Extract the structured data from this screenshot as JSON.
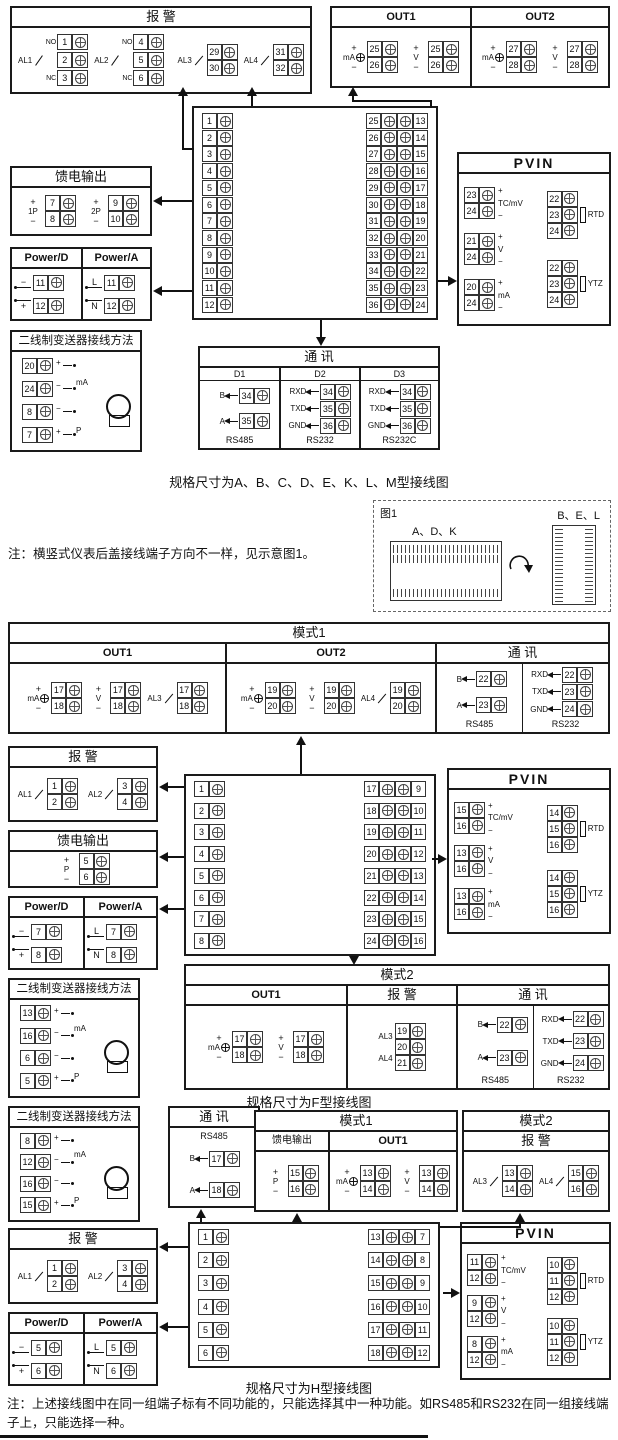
{
  "colors": {
    "ink": "#111111",
    "background": "#ffffff"
  },
  "captions": {
    "c1": "规格尺寸为A、B、C、D、E、K、L、M型接线图",
    "c2": "规格尺寸为F型接线图",
    "c3": "规格尺寸为H型接线图"
  },
  "notes": {
    "n1": "注：横竖式仪表后盖接线端子方向不一样，见示意图1。",
    "n2": "注：上述接线图中在同一组端子标有不同功能的，只能选择其中一种功能。如RS485和RS232在同一组接线端子上，只能选择一种。"
  },
  "fig1": {
    "label": "图1",
    "h": "A、D、K",
    "v": "B、E、L"
  },
  "s1": {
    "alarm": {
      "title": "报  警",
      "r3": [
        {
          "lab": "AL1",
          "no": "NO",
          "nc": "NC",
          "t1": "1",
          "t2": "2",
          "t3": "3"
        },
        {
          "lab": "AL2",
          "no": "NO",
          "nc": "NC",
          "t1": "4",
          "t2": "5",
          "t3": "6"
        }
      ],
      "r2": [
        {
          "kind": "rel",
          "lab": "AL3",
          "t1": "29",
          "t2": "30"
        },
        {
          "kind": "rel",
          "lab": "AL4",
          "t1": "31",
          "t2": "32"
        }
      ]
    },
    "out": {
      "t1": "OUT1",
      "t2": "OUT2",
      "g1": [
        {
          "kind": "src",
          "s1": "+",
          "lab": "mA",
          "s2": "−",
          "t1": "25",
          "t2": "26"
        },
        {
          "kind": "v",
          "s1": "+",
          "lab": "V",
          "s2": "−",
          "t1": "25",
          "t2": "26"
        }
      ],
      "g2": [
        {
          "kind": "src",
          "s1": "+",
          "lab": "mA",
          "s2": "−",
          "t1": "27",
          "t2": "28"
        },
        {
          "kind": "v",
          "s1": "+",
          "lab": "V",
          "s2": "−",
          "t1": "27",
          "t2": "28"
        }
      ]
    },
    "feed": {
      "title": "馈电输出",
      "groups": [
        {
          "kind": "p",
          "s1": "+",
          "lab": "1P",
          "s2": "−",
          "t1": "7",
          "t2": "8"
        },
        {
          "kind": "p",
          "s1": "+",
          "lab": "2P",
          "s2": "−",
          "t1": "9",
          "t2": "10"
        }
      ]
    },
    "power": {
      "dt": "Power/D",
      "at": "Power/A",
      "d": [
        {
          "s": "−",
          "t": "11"
        },
        {
          "s": "+",
          "pos": "b",
          "t": "12"
        }
      ],
      "a": [
        {
          "s": "L",
          "t": "11"
        },
        {
          "s": "N",
          "pos": "b",
          "t": "12"
        }
      ]
    },
    "tw": {
      "title": "二线制变送器接线方法",
      "lab1": "mA",
      "lab2": "P",
      "rows": [
        {
          "t": "20",
          "s": "+"
        },
        {
          "t": "24",
          "s": "−"
        },
        {
          "t": "8",
          "s": "−"
        },
        {
          "t": "7",
          "s": "+"
        }
      ]
    },
    "block": {
      "left": [
        "1",
        "2",
        "3",
        "4",
        "5",
        "6",
        "7",
        "8",
        "9",
        "10",
        "11",
        "12"
      ],
      "right": [
        {
          "l": "25",
          "r": "13"
        },
        {
          "l": "26",
          "r": "14"
        },
        {
          "l": "27",
          "r": "15"
        },
        {
          "l": "28",
          "r": "16"
        },
        {
          "l": "29",
          "r": "17"
        },
        {
          "l": "30",
          "r": "18"
        },
        {
          "l": "31",
          "r": "19"
        },
        {
          "l": "32",
          "r": "20"
        },
        {
          "l": "33",
          "r": "21"
        },
        {
          "l": "34",
          "r": "22"
        },
        {
          "l": "35",
          "r": "23"
        },
        {
          "l": "36",
          "r": "24"
        }
      ]
    },
    "pvin": {
      "title": "PVIN",
      "left": [
        {
          "t1": "23",
          "t2": "24",
          "s1": "+",
          "s2": "−",
          "lab": "TC/mV"
        },
        {
          "t1": "21",
          "t2": "24",
          "s1": "+",
          "s2": "−",
          "lab": "V"
        },
        {
          "t1": "20",
          "t2": "24",
          "s1": "+",
          "s2": "−",
          "lab": "mA"
        }
      ],
      "right": [
        {
          "t1": "22",
          "t2": "23",
          "t3": "24",
          "lab": "RTD"
        },
        {
          "t1": "22",
          "t2": "23",
          "t3": "24",
          "lab": "YTZ"
        }
      ]
    },
    "comm": {
      "title": "通  讯",
      "d1": {
        "h": "D1",
        "rows": [
          {
            "lab": "B",
            "t": "34"
          },
          {
            "lab": "A",
            "t": "35"
          }
        ],
        "foot": "RS485"
      },
      "d2": {
        "h": "D2",
        "rows": [
          {
            "lab": "RXD",
            "t": "34"
          },
          {
            "lab": "TXD",
            "t": "35"
          },
          {
            "lab": "GND",
            "t": "36"
          }
        ],
        "foot": "RS232"
      },
      "d3": {
        "h": "D3",
        "rows": [
          {
            "lab": "RXD",
            "t": "34"
          },
          {
            "lab": "TXD",
            "t": "35"
          },
          {
            "lab": "GND",
            "t": "36"
          }
        ],
        "foot": "RS232C"
      }
    }
  },
  "s2": {
    "mode1": {
      "title": "模式1",
      "out1": {
        "title": "OUT1",
        "groups": [
          {
            "kind": "src",
            "s1": "+",
            "lab": "mA",
            "s2": "−",
            "t1": "17",
            "t2": "18"
          },
          {
            "kind": "v",
            "s1": "+",
            "lab": "V",
            "s2": "−",
            "t1": "17",
            "t2": "18"
          },
          {
            "kind": "rel",
            "lab": "AL3",
            "t1": "17",
            "t2": "18"
          }
        ]
      },
      "out2": {
        "title": "OUT2",
        "groups": [
          {
            "kind": "src",
            "s1": "+",
            "lab": "mA",
            "s2": "−",
            "t1": "19",
            "t2": "20"
          },
          {
            "kind": "v",
            "s1": "+",
            "lab": "V",
            "s2": "−",
            "t1": "19",
            "t2": "20"
          },
          {
            "kind": "rel",
            "lab": "AL4",
            "t1": "19",
            "t2": "20"
          }
        ]
      },
      "comm": {
        "title": "通  讯",
        "rs485": {
          "rows": [
            {
              "lab": "B",
              "t": "22"
            },
            {
              "lab": "A",
              "t": "23"
            }
          ],
          "foot": "RS485"
        },
        "rs232": {
          "rows": [
            {
              "lab": "RXD",
              "t": "22"
            },
            {
              "lab": "TXD",
              "t": "23"
            },
            {
              "lab": "GND",
              "t": "24"
            }
          ],
          "foot": "RS232"
        }
      }
    },
    "alarm": {
      "title": "报  警",
      "groups": [
        {
          "kind": "rel",
          "lab": "AL1",
          "t1": "1",
          "t2": "2"
        },
        {
          "kind": "rel",
          "lab": "AL2",
          "t1": "3",
          "t2": "4"
        }
      ]
    },
    "feed": {
      "title": "馈电输出",
      "groups": [
        {
          "kind": "p",
          "s1": "+",
          "lab": "P",
          "s2": "−",
          "t1": "5",
          "t2": "6"
        }
      ]
    },
    "power": {
      "dt": "Power/D",
      "at": "Power/A",
      "d": [
        {
          "s": "−",
          "t": "7"
        },
        {
          "s": "+",
          "pos": "b",
          "t": "8"
        }
      ],
      "a": [
        {
          "s": "L",
          "t": "7"
        },
        {
          "s": "N",
          "pos": "b",
          "t": "8"
        }
      ]
    },
    "tw": {
      "title": "二线制变送器接线方法",
      "lab1": "mA",
      "lab2": "P",
      "rows": [
        {
          "t": "13",
          "s": "+"
        },
        {
          "t": "16",
          "s": "−"
        },
        {
          "t": "6",
          "s": "−"
        },
        {
          "t": "5",
          "s": "+"
        }
      ]
    },
    "block": {
      "left": [
        "1",
        "2",
        "3",
        "4",
        "5",
        "6",
        "7",
        "8"
      ],
      "right": [
        {
          "l": "17",
          "r": "9"
        },
        {
          "l": "18",
          "r": "10"
        },
        {
          "l": "19",
          "r": "11"
        },
        {
          "l": "20",
          "r": "12"
        },
        {
          "l": "21",
          "r": "13"
        },
        {
          "l": "22",
          "r": "14"
        },
        {
          "l": "23",
          "r": "15"
        },
        {
          "l": "24",
          "r": "16"
        }
      ]
    },
    "pvin": {
      "title": "PVIN",
      "left": [
        {
          "t1": "15",
          "t2": "16",
          "s1": "+",
          "s2": "−",
          "lab": "TC/mV"
        },
        {
          "t1": "13",
          "t2": "16",
          "s1": "+",
          "s2": "−",
          "lab": "V"
        },
        {
          "t1": "13",
          "t2": "16",
          "s1": "+",
          "s2": "−",
          "lab": "mA"
        }
      ],
      "right": [
        {
          "t1": "14",
          "t2": "15",
          "t3": "16",
          "lab": "RTD"
        },
        {
          "t1": "14",
          "t2": "15",
          "t3": "16",
          "lab": "YTZ"
        }
      ]
    },
    "mode2": {
      "title": "模式2",
      "out1": {
        "title": "OUT1",
        "groups": [
          {
            "kind": "src",
            "s1": "+",
            "lab": "mA",
            "s2": "−",
            "t1": "17",
            "t2": "18"
          },
          {
            "kind": "v",
            "s1": "+",
            "lab": "V",
            "s2": "−",
            "t1": "17",
            "t2": "18"
          }
        ]
      },
      "alarm": {
        "title": "报  警",
        "lab1": "AL3",
        "lab2": "AL4",
        "t1": "19",
        "t2": "20",
        "t3": "21"
      },
      "comm": {
        "title": "通  讯",
        "rs485": {
          "rows": [
            {
              "lab": "B",
              "t": "22"
            },
            {
              "lab": "A",
              "t": "23"
            }
          ],
          "foot": "RS485"
        },
        "rs232": {
          "rows": [
            {
              "lab": "RXD",
              "t": "22"
            },
            {
              "lab": "TXD",
              "t": "23"
            },
            {
              "lab": "GND",
              "t": "24"
            }
          ],
          "foot": "RS232"
        }
      }
    }
  },
  "s3": {
    "tw": {
      "title": "二线制变送器接线方法",
      "lab1": "mA",
      "lab2": "P",
      "rows": [
        {
          "t": "8",
          "s": "+"
        },
        {
          "t": "12",
          "s": "−"
        },
        {
          "t": "16",
          "s": "−"
        },
        {
          "t": "15",
          "s": "+"
        }
      ]
    },
    "comm": {
      "title": "通  讯",
      "sub": "RS485",
      "rows": [
        {
          "lab": "B",
          "t": "17"
        },
        {
          "lab": "A",
          "t": "18"
        }
      ]
    },
    "mode1": {
      "title": "模式1",
      "feed": {
        "title": "馈电输出",
        "groups": [
          {
            "kind": "p",
            "s1": "+",
            "lab": "P",
            "s2": "−",
            "t1": "15",
            "t2": "16"
          }
        ]
      },
      "out1": {
        "title": "OUT1",
        "groups": [
          {
            "kind": "src",
            "s1": "+",
            "lab": "mA",
            "s2": "−",
            "t1": "13",
            "t2": "14"
          },
          {
            "kind": "v",
            "s1": "+",
            "lab": "V",
            "s2": "−",
            "t1": "13",
            "t2": "14"
          }
        ]
      }
    },
    "mode2": {
      "title": "模式2",
      "alarm": {
        "title": "报  警",
        "groups": [
          {
            "kind": "rel",
            "lab": "AL3",
            "t1": "13",
            "t2": "14"
          },
          {
            "kind": "rel",
            "lab": "AL4",
            "t1": "15",
            "t2": "16"
          }
        ]
      }
    },
    "alarm": {
      "title": "报  警",
      "groups": [
        {
          "kind": "rel",
          "lab": "AL1",
          "t1": "1",
          "t2": "2"
        },
        {
          "kind": "rel",
          "lab": "AL2",
          "t1": "3",
          "t2": "4"
        }
      ]
    },
    "power": {
      "dt": "Power/D",
      "at": "Power/A",
      "d": [
        {
          "s": "−",
          "t": "5"
        },
        {
          "s": "+",
          "pos": "b",
          "t": "6"
        }
      ],
      "a": [
        {
          "s": "L",
          "t": "5"
        },
        {
          "s": "N",
          "pos": "b",
          "t": "6"
        }
      ]
    },
    "block": {
      "left": [
        "1",
        "2",
        "3",
        "4",
        "5",
        "6"
      ],
      "right": [
        {
          "l": "13",
          "r": "7"
        },
        {
          "l": "14",
          "r": "8"
        },
        {
          "l": "15",
          "r": "9"
        },
        {
          "l": "16",
          "r": "10"
        },
        {
          "l": "17",
          "r": "11"
        },
        {
          "l": "18",
          "r": "12"
        }
      ]
    },
    "pvin": {
      "title": "PVIN",
      "left": [
        {
          "t1": "11",
          "t2": "12",
          "s1": "+",
          "s2": "−",
          "lab": "TC/mV"
        },
        {
          "t1": "9",
          "t2": "12",
          "s1": "+",
          "s2": "−",
          "lab": "V"
        },
        {
          "t1": "8",
          "t2": "12",
          "s1": "+",
          "s2": "−",
          "lab": "mA"
        }
      ],
      "right": [
        {
          "t1": "10",
          "t2": "11",
          "t3": "12",
          "lab": "RTD"
        },
        {
          "t1": "10",
          "t2": "11",
          "t3": "12",
          "lab": "YTZ"
        }
      ]
    }
  }
}
